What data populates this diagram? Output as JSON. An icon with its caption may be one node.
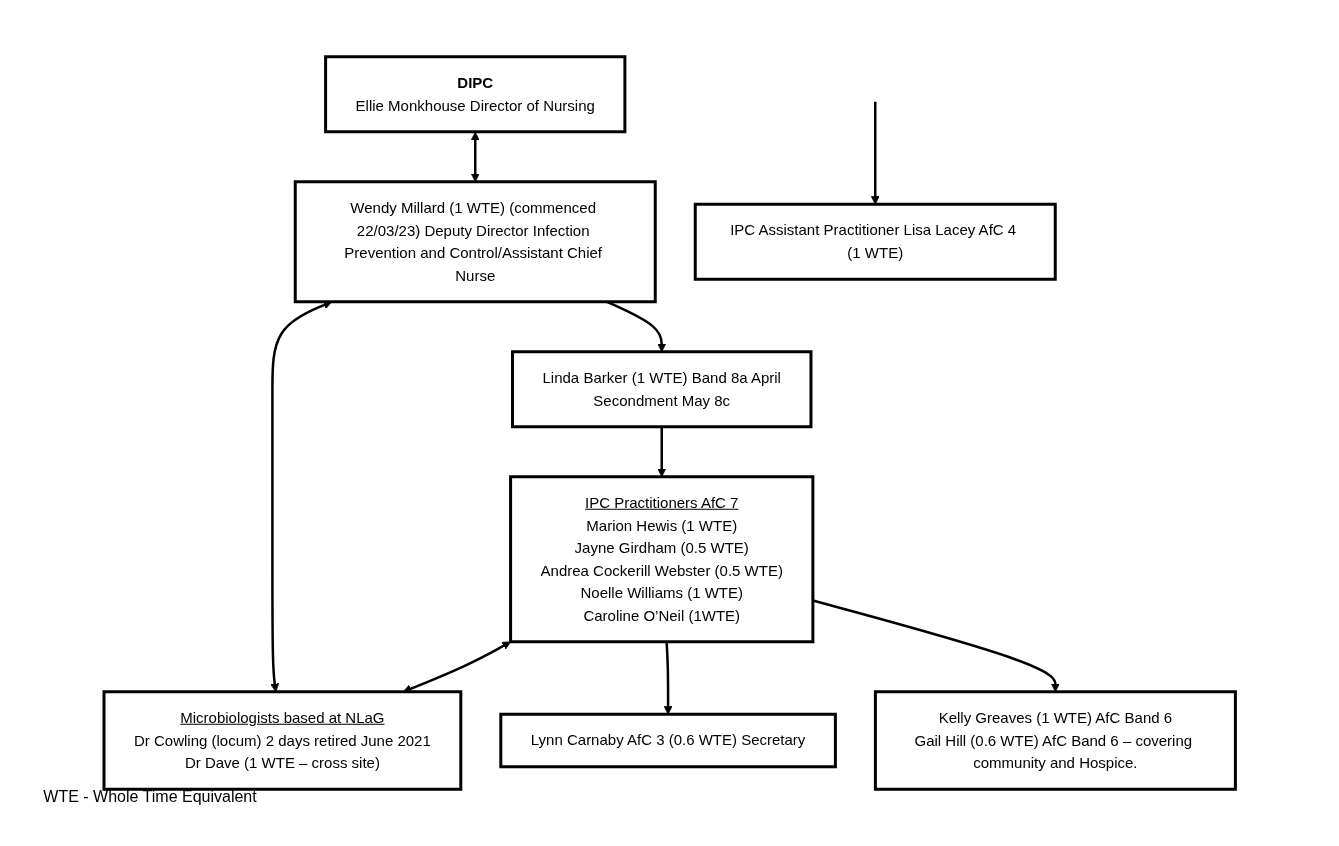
{
  "diagram": {
    "nodes": [
      {
        "text": [
          "DIPC",
          "Ellie Monkhouse Director of Nursing"
        ]
      },
      {
        "text": [
          "Wendy Millard (1 WTE) (commenced 22/03/23) Deputy Director Infection Prevention and Control/Assistant Chief Nurse"
        ]
      },
      {
        "text": [
          "Linda Barker (1 WTE) Band 8a April",
          "Secondment May 8c"
        ]
      },
      {
        "text": [
          "IPC Assistant Practitioner Lisa Lacey AfC 4 (1 WTE)"
        ]
      },
      {
        "text": [
          "IPC Practitioners AfC 7",
          "Marion Hewis (1 WTE)",
          "Jayne Girdham (0.5 WTE)",
          "Andrea Cockerill Webster (0.5 WTE)",
          "Noelle Williams (1 WTE)",
          "Caroline O’Neil (1WTE)"
        ]
      },
      {
        "text": [
          "Microbiologists based at NLaG",
          "Dr Cowling (locum) 2 days retired June 2021",
          "Dr Dave (1 WTE – cross site)"
        ]
      },
      {
        "text": [
          "Lynn Carnaby AfC 3 (0.6 WTE) Secretary"
        ]
      },
      {
        "text": [
          "Kelly Greaves (1 WTE) AfC Band 6",
          "Gail Hill (0.6 WTE) AfC Band 6 – covering community and Hospice."
        ]
      }
    ],
    "edges": [
      {
        "from": 0,
        "to": 1,
        "arrow": "both"
      },
      {
        "from": 1,
        "to": 2,
        "arrow": "to"
      },
      {
        "from": 1,
        "to": 5,
        "arrow": "both"
      },
      {
        "from": null,
        "to": 3,
        "arrow": "to"
      },
      {
        "from": 2,
        "to": 4,
        "arrow": "to"
      },
      {
        "from": 4,
        "to": 5,
        "arrow": "both"
      },
      {
        "from": 4,
        "to": 6,
        "arrow": "to"
      },
      {
        "from": 4,
        "to": 7,
        "arrow": "to"
      }
    ],
    "labels": [
      "WTE - Whole Time Equivalent"
    ]
  }
}
